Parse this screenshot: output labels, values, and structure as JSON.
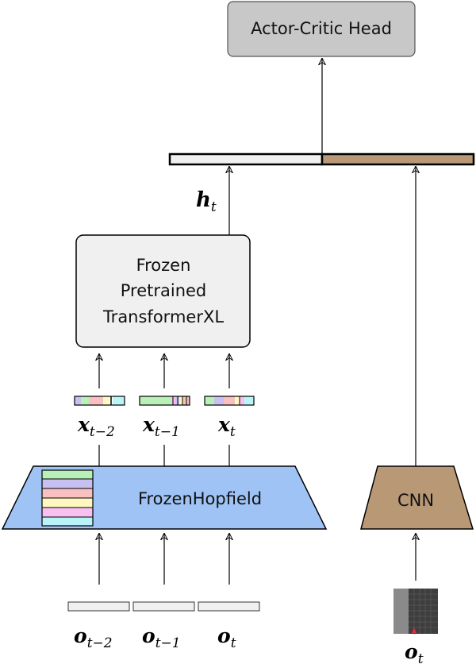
{
  "nodes": {
    "actor_critic": "Actor-Critic Head",
    "transformer": [
      "Frozen",
      "Pretrained",
      "TransformerXL"
    ],
    "hopfield": "FrozenHopfield",
    "cnn": "CNN"
  },
  "labels": {
    "hidden": {
      "main": "h",
      "sub": "t"
    },
    "x_tm2": {
      "main": "x",
      "sub": "t−2"
    },
    "x_tm1": {
      "main": "x",
      "sub": "t−1"
    },
    "x_t": {
      "main": "x",
      "sub": "t"
    },
    "o_tm2": {
      "main": "o",
      "sub": "t−2"
    },
    "o_tm1": {
      "main": "o",
      "sub": "t−1"
    },
    "o_t": {
      "main": "o",
      "sub": "t"
    },
    "o_t_image": {
      "main": "o",
      "sub": "t"
    }
  },
  "colors": {
    "actor_critic_fill": "#c8c8c8",
    "transformer_fill": "#f0f0f0",
    "hopfield_fill": "#9fc3f5",
    "cnn_fill": "#b99876",
    "concat_left": "#f0f0f0",
    "concat_right": "#b99876",
    "stack_rows": [
      "#b8f0b8",
      "#c8c0f0",
      "#f8c0c0",
      "#fff8c0",
      "#f8c0f0",
      "#b8f4f8"
    ]
  }
}
